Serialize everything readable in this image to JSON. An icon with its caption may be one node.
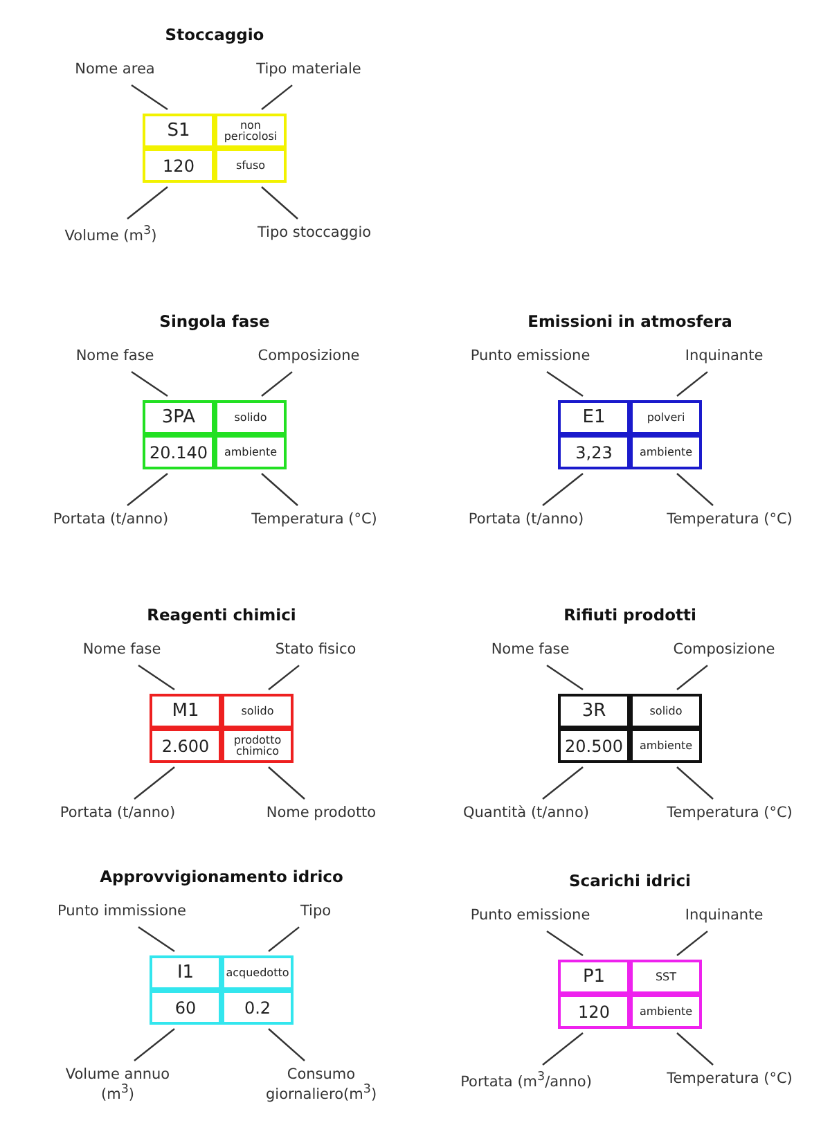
{
  "diagram": {
    "nodes": [
      {
        "text": [
          "Nome area"
        ]
      },
      {
        "text": [
          "Tipo materiale"
        ]
      },
      {
        "text": [
          "S1"
        ]
      },
      {
        "text": [
          "non pericolosi"
        ]
      },
      {
        "text": [
          "120"
        ]
      },
      {
        "text": [
          "sfuso"
        ]
      },
      {
        "text": [
          "Volume (m$^{3}$)"
        ]
      },
      {
        "text": [
          "Tipo stoccaggio"
        ]
      },
      {
        "text": [
          "Nome fase"
        ]
      },
      {
        "text": [
          "Composizione"
        ]
      },
      {
        "text": [
          "3PA"
        ]
      },
      {
        "text": [
          "solido"
        ]
      },
      {
        "text": [
          "20.140"
        ]
      },
      {
        "text": [
          "ambiente"
        ]
      },
      {
        "text": [
          "Portata (t/anno)"
        ]
      },
      {
        "text": [
          "Temperatura (°C)"
        ]
      },
      {
        "text": [
          "Punto emissione"
        ]
      },
      {
        "text": [
          "Inquinante"
        ]
      },
      {
        "text": [
          "E1"
        ]
      },
      {
        "text": [
          "polveri"
        ]
      },
      {
        "text": [
          "3,23"
        ]
      },
      {
        "text": [
          "ambiente"
        ]
      },
      {
        "text": [
          "Portata (t/anno)"
        ]
      },
      {
        "text": [
          "Temperatura (°C)"
        ]
      },
      {
        "text": [
          "Nome fase"
        ]
      },
      {
        "text": [
          "Stato fisico"
        ]
      },
      {
        "text": [
          "M1"
        ]
      },
      {
        "text": [
          "solido"
        ]
      },
      {
        "text": [
          "2.600"
        ]
      },
      {
        "text": [
          "prodotto chimico"
        ]
      },
      {
        "text": [
          "Portata (t/anno)"
        ]
      },
      {
        "text": [
          "Nome prodotto"
        ]
      },
      {
        "text": [
          "Nome fase"
        ]
      },
      {
        "text": [
          "Composizione"
        ]
      },
      {
        "text": [
          "3R"
        ]
      },
      {
        "text": [
          "solido"
        ]
      },
      {
        "text": [
          "20.500"
        ]
      },
      {
        "text": [
          "ambiente"
        ]
      },
      {
        "text": [
          "Quantità (t/anno)"
        ]
      },
      {
        "text": [
          "Temperatura (°C)"
        ]
      },
      {
        "text": [
          "Punto immissione"
        ]
      },
      {
        "text": [
          "Tipo"
        ]
      },
      {
        "text": [
          "I1"
        ]
      },
      {
        "text": [
          "acquedotto"
        ]
      },
      {
        "text": [
          "60"
        ]
      },
      {
        "text": [
          "0.2"
        ]
      },
      {
        "text": [
          "Volume annuo (m$^{3}$)"
        ]
      },
      {
        "text": [
          "Consumo giornaliero(m$^{3}$)"
        ]
      },
      {
        "text": [
          "Punto emissione"
        ]
      },
      {
        "text": [
          "Inquinante"
        ]
      },
      {
        "text": [
          "P1"
        ]
      },
      {
        "text": [
          "SST"
        ]
      },
      {
        "text": [
          "120"
        ]
      },
      {
        "text": [
          "ambiente"
        ]
      },
      {
        "text": [
          "Portata (m$^{3}$/anno)"
        ]
      },
      {
        "text": [
          "Temperatura (°C)"
        ]
      }
    ],
    "edges": [
      {
        "from": 0,
        "to": 2,
        "arrow": "none"
      },
      {
        "from": 1,
        "to": 3,
        "arrow": "none"
      },
      {
        "from": 6,
        "to": 4,
        "arrow": "none"
      },
      {
        "from": 7,
        "to": 5,
        "arrow": "none"
      },
      {
        "from": 8,
        "to": 10,
        "arrow": "none"
      },
      {
        "from": 9,
        "to": 11,
        "arrow": "none"
      },
      {
        "from": 14,
        "to": 12,
        "arrow": "none"
      },
      {
        "from": 15,
        "to": 13,
        "arrow": "none"
      },
      {
        "from": 16,
        "to": 18,
        "arrow": "none"
      },
      {
        "from": 17,
        "to": 19,
        "arrow": "none"
      },
      {
        "from": 22,
        "to": 20,
        "arrow": "none"
      },
      {
        "from": 23,
        "to": 21,
        "arrow": "none"
      },
      {
        "from": 24,
        "to": 26,
        "arrow": "none"
      },
      {
        "from": 25,
        "to": 27,
        "arrow": "none"
      },
      {
        "from": 30,
        "to": 28,
        "arrow": "none"
      },
      {
        "from": 31,
        "to": 29,
        "arrow": "none"
      },
      {
        "from": 32,
        "to": 34,
        "arrow": "none"
      },
      {
        "from": 33,
        "to": 35,
        "arrow": "none"
      },
      {
        "from": 38,
        "to": 36,
        "arrow": "none"
      },
      {
        "from": 39,
        "to": 37,
        "arrow": "none"
      },
      {
        "from": 40,
        "to": 42,
        "arrow": "none"
      },
      {
        "from": 41,
        "to": 43,
        "arrow": "none"
      },
      {
        "from": 46,
        "to": 44,
        "arrow": "none"
      },
      {
        "from": 47,
        "to": 45,
        "arrow": "none"
      },
      {
        "from": 48,
        "to": 50,
        "arrow": "none"
      },
      {
        "from": 49,
        "to": 51,
        "arrow": "none"
      },
      {
        "from": 54,
        "to": 52,
        "arrow": "none"
      },
      {
        "from": 55,
        "to": 53,
        "arrow": "none"
      }
    ],
    "labels": [
      "Stoccaggio",
      "Singola fase",
      "Emissioni in atmosfera",
      "Reagenti chimici",
      "Rifiuti prodotti",
      "Approvvigionamento idrico",
      "Scarichi idrici"
    ]
  }
}
